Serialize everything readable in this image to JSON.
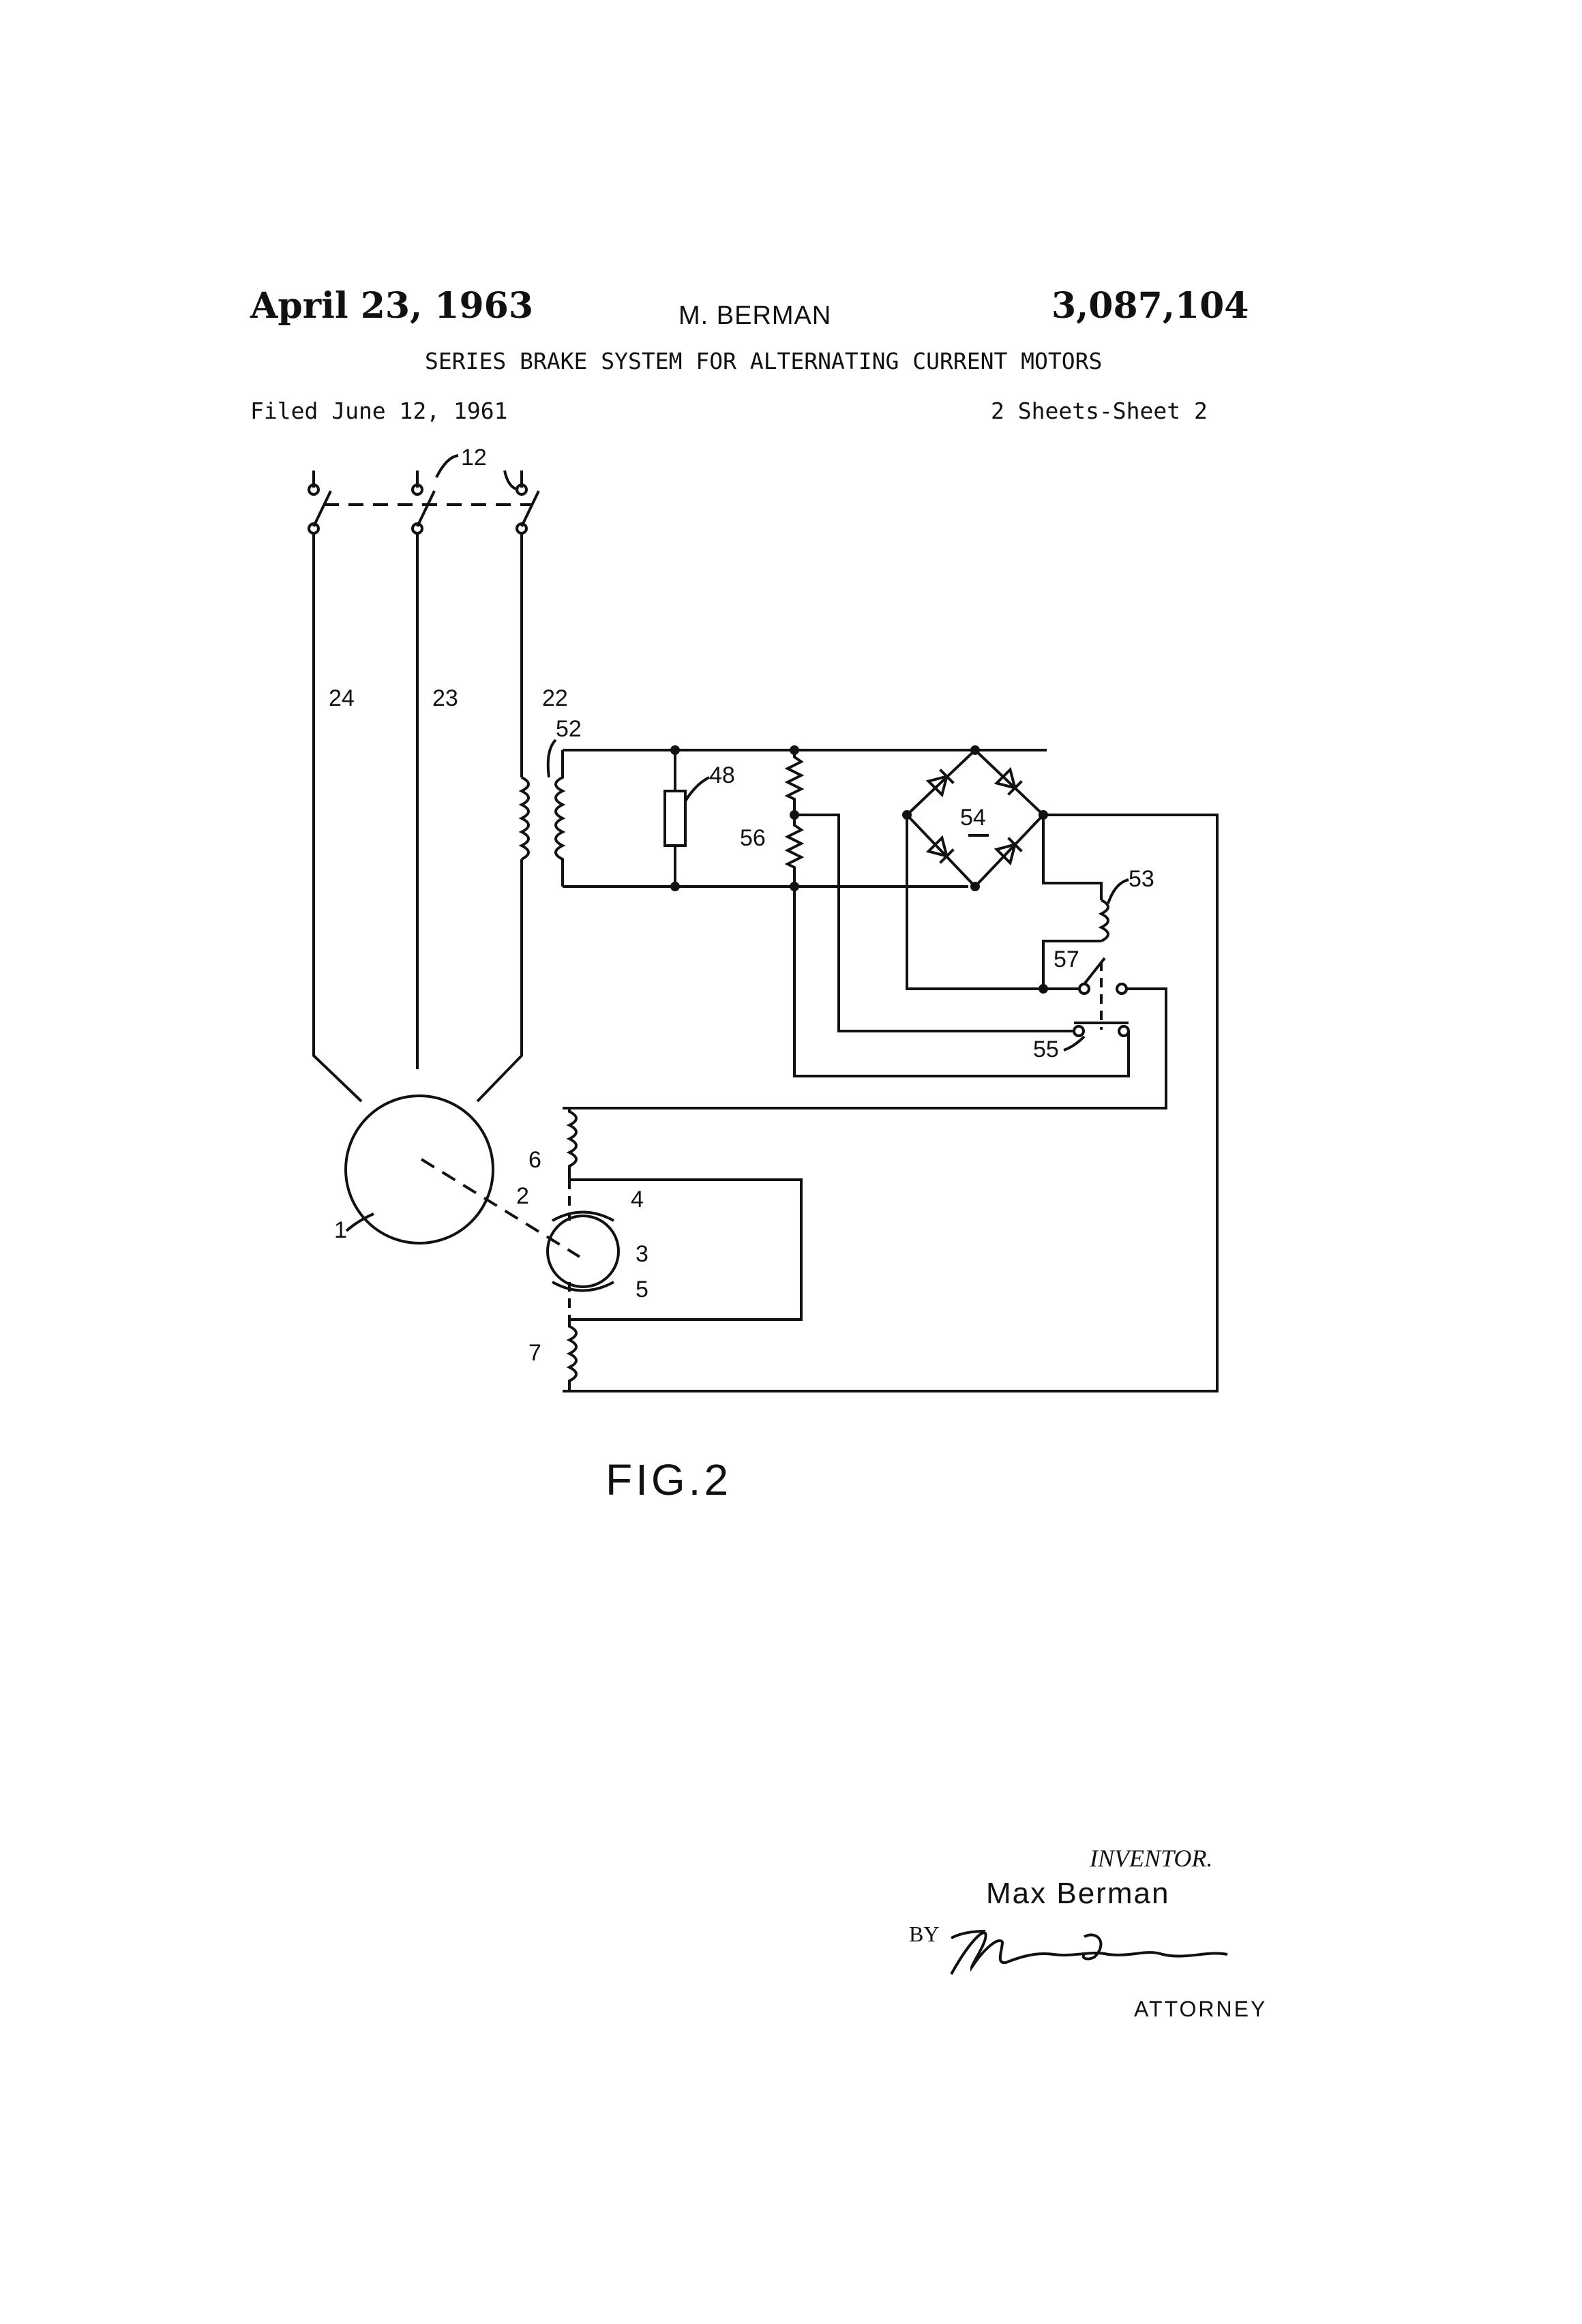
{
  "header": {
    "date": "April 23, 1963",
    "inventor_short": "M. BERMAN",
    "patent_number": "3,087,104",
    "title": "SERIES BRAKE SYSTEM FOR ALTERNATING CURRENT MOTORS",
    "filed": "Filed June 12, 1961",
    "sheets": "2 Sheets-Sheet 2"
  },
  "figure": {
    "label": "FIG.2",
    "refs": {
      "r1": "1",
      "r2": "2",
      "r3": "3",
      "r4": "4",
      "r5": "5",
      "r6": "6",
      "r7": "7",
      "r12": "12",
      "r22": "22",
      "r23": "23",
      "r24": "24",
      "r48": "48",
      "r52": "52",
      "r53": "53",
      "r54": "54",
      "r55": "55",
      "r56": "56",
      "r57": "57"
    }
  },
  "signature": {
    "inventor_label": "INVENTOR.",
    "inventor_name": "Max Berman",
    "by": "BY",
    "attorney_signature": "Merton D Morse",
    "attorney_label": "ATTORNEY"
  }
}
